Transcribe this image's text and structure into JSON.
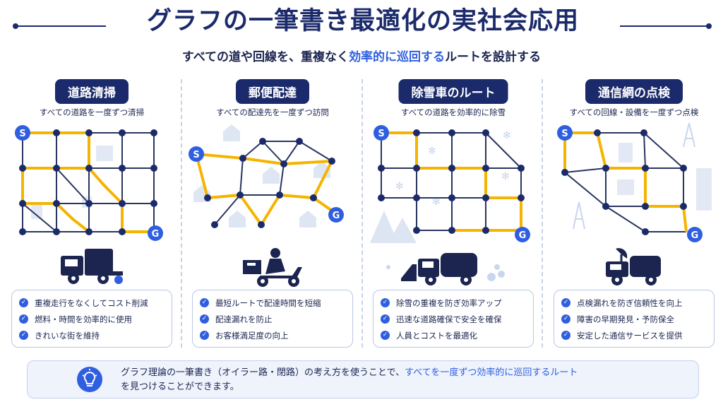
{
  "title": "グラフの一筆書き最適化の実社会応用",
  "subtitle": {
    "pre": "すべての道や回線を、重複なく",
    "highlight": "効率的に巡回する",
    "post": "ルートを設計する"
  },
  "colors": {
    "navy": "#1b2a6b",
    "accent": "#2f5fe0",
    "route": "#f5b400",
    "line": "#2a3560"
  },
  "panels": [
    {
      "title": "道路清掃",
      "desc": "すべての道路を一度ずつ清掃",
      "start": "S",
      "goal": "G",
      "vehicle_icon": "street-sweeper-truck-icon",
      "bullets": [
        "重複走行をなくしてコスト削減",
        "燃料・時間を効率的に使用",
        "きれいな街を維持"
      ]
    },
    {
      "title": "郵便配達",
      "desc": "すべての配達先を一度ずつ訪問",
      "start": "S",
      "goal": "G",
      "vehicle_icon": "delivery-scooter-icon",
      "bullets": [
        "最短ルートで配達時間を短縮",
        "配達漏れを防止",
        "お客様満足度の向上"
      ]
    },
    {
      "title": "除雪車のルート",
      "desc": "すべての道路を効率的に除雪",
      "start": "S",
      "goal": "G",
      "vehicle_icon": "snowplow-truck-icon",
      "bullets": [
        "除雪の重複を防ぎ効率アップ",
        "迅速な道路確保で安全を確保",
        "人員とコストを最適化"
      ]
    },
    {
      "title": "通信網の点検",
      "desc": "すべての回線・設備を一度ずつ点検",
      "start": "S",
      "goal": "G",
      "vehicle_icon": "inspection-truck-icon",
      "bullets": [
        "点検漏れを防ぎ信頼性を向上",
        "障害の早期発見・予防保全",
        "安定した通信サービスを提供"
      ]
    }
  ],
  "footer": {
    "text_pre": "グラフ理論の一筆書き（オイラー路・閉路）の考え方を使うことで、",
    "highlight": "すべてを一度ずつ効率的に巡回するルート",
    "text_post": "を見つけることができます。",
    "icon": "light-bulb-icon"
  }
}
